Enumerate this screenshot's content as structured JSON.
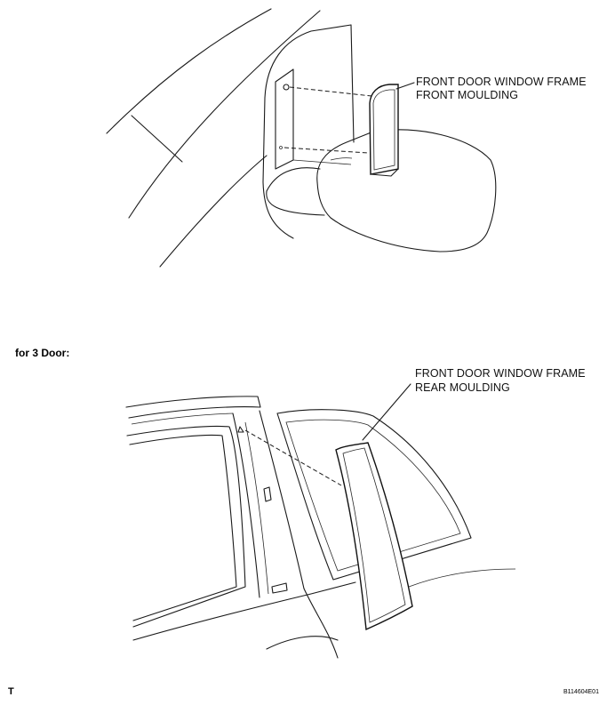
{
  "figure": {
    "top_callout": {
      "line1": "FRONT DOOR WINDOW FRAME",
      "line2": "FRONT MOULDING"
    },
    "section_label": "for 3 Door:",
    "bottom_callout": {
      "line1": "FRONT DOOR WINDOW FRAME",
      "line2": "REAR MOULDING"
    },
    "corner_mark": "T",
    "figure_code": "B114604E01"
  }
}
